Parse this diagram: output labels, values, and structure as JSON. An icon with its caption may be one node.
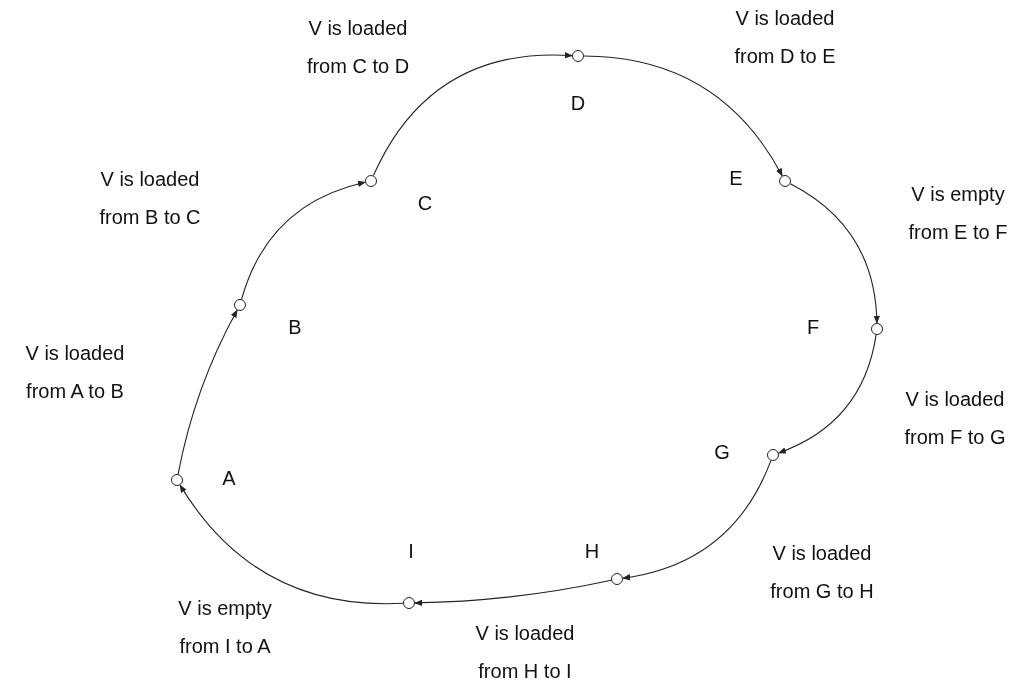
{
  "diagram": {
    "nodes": [
      {
        "text": [],
        "shape": "circle",
        "beside": [
          "A"
        ]
      },
      {
        "text": [],
        "shape": "circle",
        "beside": [
          "B"
        ]
      },
      {
        "text": [],
        "shape": "circle",
        "beside": [
          "C"
        ]
      },
      {
        "text": [],
        "shape": "circle",
        "beside": [
          "D"
        ]
      },
      {
        "text": [],
        "shape": "circle",
        "beside": [
          "E"
        ]
      },
      {
        "text": [],
        "shape": "circle",
        "beside": [
          "F"
        ]
      },
      {
        "text": [],
        "shape": "circle",
        "beside": [
          "G"
        ]
      },
      {
        "text": [],
        "shape": "circle",
        "beside": [
          "H"
        ]
      },
      {
        "text": [],
        "shape": "circle",
        "beside": [
          "I"
        ]
      }
    ],
    "edges": [
      {
        "from": 0,
        "to": 1,
        "arrow": "to",
        "label": "V is loaded from A to B"
      },
      {
        "from": 1,
        "to": 2,
        "arrow": "to",
        "label": "V is loaded from B to C"
      },
      {
        "from": 2,
        "to": 3,
        "arrow": "to",
        "label": "V is loaded from C to D"
      },
      {
        "from": 3,
        "to": 4,
        "arrow": "to",
        "label": "V is loaded from D to E"
      },
      {
        "from": 4,
        "to": 5,
        "arrow": "to",
        "label": "V is empty from E to F"
      },
      {
        "from": 5,
        "to": 6,
        "arrow": "to",
        "label": "V is loaded from F to G"
      },
      {
        "from": 6,
        "to": 7,
        "arrow": "to",
        "label": "V is loaded from G to H"
      },
      {
        "from": 7,
        "to": 8,
        "arrow": "to",
        "label": "V is loaded from H to I"
      },
      {
        "from": 8,
        "to": 0,
        "arrow": "to",
        "label": "V is empty from I to A"
      }
    ]
  }
}
